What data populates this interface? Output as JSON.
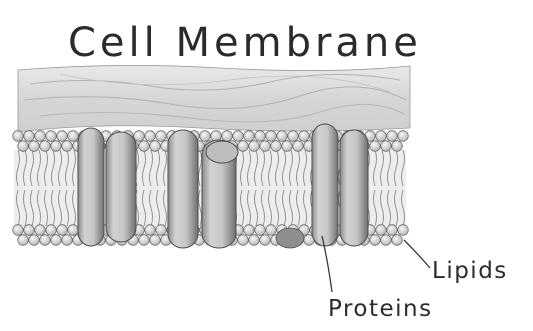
{
  "title": "Cell Membrane",
  "labels": {
    "proteins": "Proteins",
    "lipids": "Lipids"
  },
  "colors": {
    "ink": "#2b2b2b",
    "background": "#ffffff",
    "protein": "#c4c4c4",
    "lipid_head": "#e6e6e6",
    "sheet": "#dadada"
  }
}
